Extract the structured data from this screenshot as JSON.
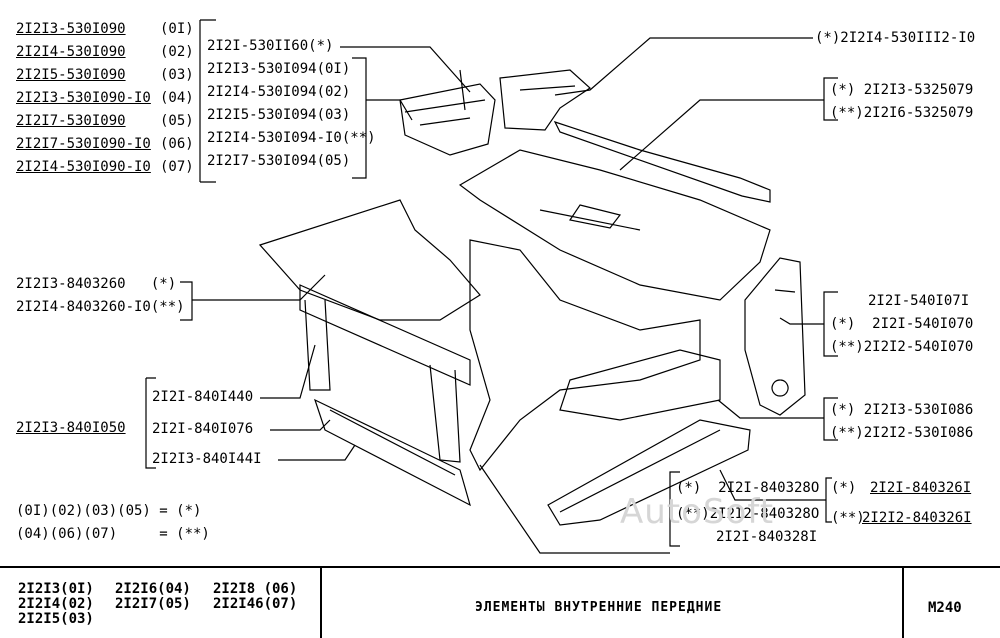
{
  "left_top_list": [
    {
      "code": "2I2I3-530I090",
      "var": "(0I)"
    },
    {
      "code": "2I2I4-530I090",
      "var": "(02)"
    },
    {
      "code": "2I2I5-530I090",
      "var": "(03)"
    },
    {
      "code": "2I2I3-530I090-I0",
      "var": "(04)"
    },
    {
      "code": "2I2I7-530I090",
      "var": "(05)"
    },
    {
      "code": "2I2I7-530I090-I0",
      "var": "(06)"
    },
    {
      "code": "2I2I4-530I090-I0",
      "var": "(07)"
    }
  ],
  "center_group": [
    "2I2I-530II60(*)",
    "2I2I3-530I094(0I)",
    "2I2I4-530I094(02)",
    "2I2I5-530I094(03)",
    "2I2I4-530I094-I0(**)",
    "2I2I7-530I094(05)"
  ],
  "right_top": "(*)2I2I4-530III2-I0",
  "right_group1": [
    "(*) 2I2I3-5325079",
    "(**)2I2I6-5325079"
  ],
  "left_mid": [
    "2I2I3-8403260   (*)",
    "2I2I4-8403260-I0(**)"
  ],
  "right_group2": [
    "2I2I-540I07I",
    "(*)  2I2I-540I070",
    "(**)2I2I2-540I070"
  ],
  "left_group2": {
    "code": "2I2I3-840I050",
    "items": [
      "2I2I-840I440",
      "2I2I-840I076",
      "2I2I3-840I44I"
    ]
  },
  "right_group3": [
    "(*) 2I2I3-530I086",
    "(**)2I2I2-530I086"
  ],
  "bottom_mid_group": [
    "(*)  2I2I-840328O",
    "(**)2I2I2-840328O",
    "2I2I-840328I"
  ],
  "bottom_right_group": [
    {
      "mark": "(*)",
      "code": "2I2I-840326I"
    },
    {
      "mark": "(**)",
      "code": "2I2I2-840326I"
    }
  ],
  "legend": [
    "(0I)(02)(03)(05) = (*)",
    "(04)(06)(07)     = (**)"
  ],
  "footer": {
    "codes": [
      [
        "2I2I3(0I)",
        "2I2I6(04)",
        "2I2I8 (06)"
      ],
      [
        "2I2I4(02)",
        "2I2I7(05)",
        "2I2I46(07)"
      ],
      [
        "2I2I5(03)"
      ]
    ],
    "title": "ЭЛЕМЕНТЫ  ВНУТРЕННИЕ  ПЕРЕДНИЕ",
    "sheet": "M240"
  },
  "watermark": "AutoSoft"
}
